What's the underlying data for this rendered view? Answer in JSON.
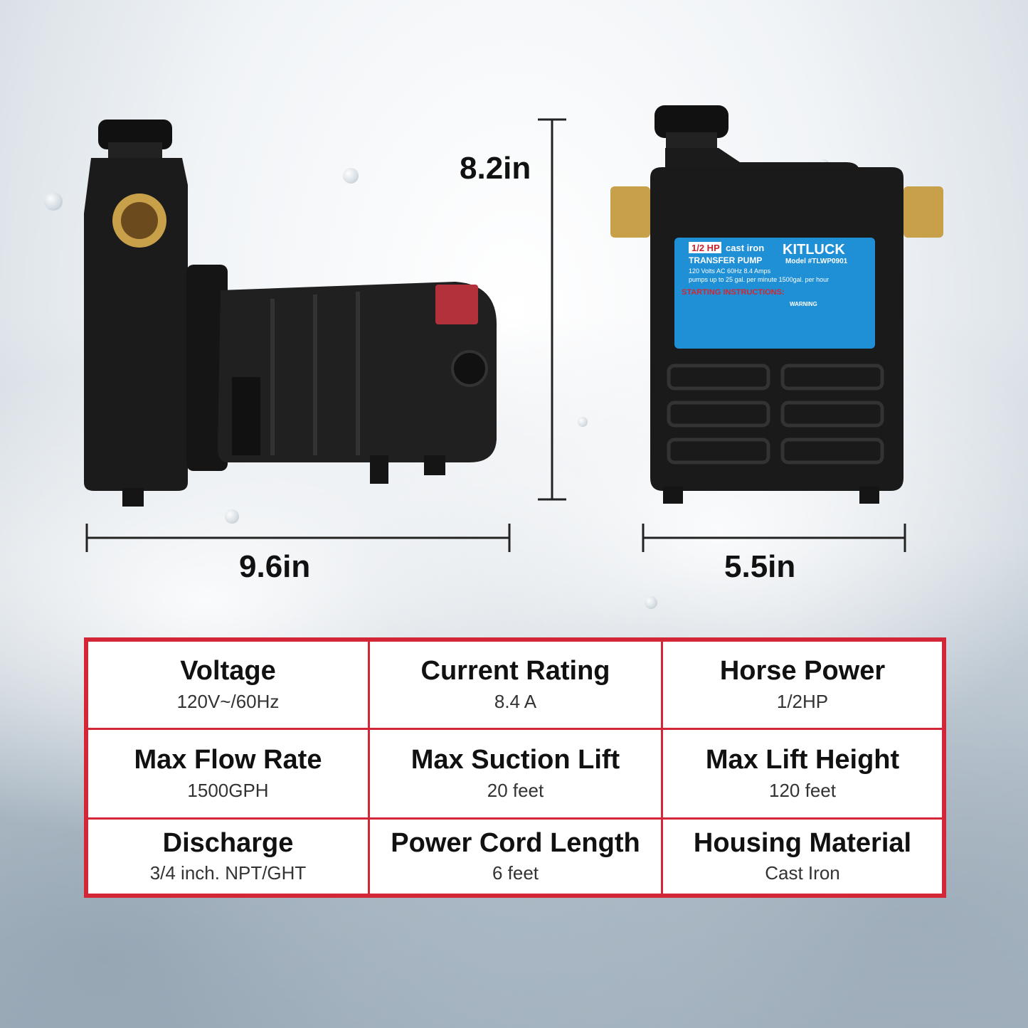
{
  "dimensions": {
    "height": "8.2in",
    "length": "9.6in",
    "width": "5.5in"
  },
  "label": {
    "power": "1/2 HP",
    "material": "cast iron",
    "brand": "KITLUCK",
    "type": "TRANSFER PUMP",
    "model": "Model #TLWP0901",
    "electrical": "120 Volts AC  60Hz  8.4 Amps",
    "flow": "pumps up to 25 gal. per minute  1500gal. per hour",
    "instructions_title": "STARTING INSTRUCTIONS:",
    "warning": "WARNING"
  },
  "specs": [
    {
      "title": "Voltage",
      "value": "120V~/60Hz"
    },
    {
      "title": "Current Rating",
      "value": "8.4 A"
    },
    {
      "title": "Horse Power",
      "value": "1/2HP"
    },
    {
      "title": "Max Flow Rate",
      "value": "1500GPH"
    },
    {
      "title": "Max Suction Lift",
      "value": "20 feet"
    },
    {
      "title": "Max Lift Height",
      "value": "120 feet"
    },
    {
      "title": "Discharge",
      "value": "3/4 inch. NPT/GHT"
    },
    {
      "title": "Power Cord Length",
      "value": "6 feet"
    },
    {
      "title": "Housing Material",
      "value": "Cast Iron"
    }
  ],
  "colors": {
    "table_border": "#d32636",
    "pump_body": "#1a1a1a",
    "label_blue": "#1f8fd6",
    "brass": "#c9a04a"
  }
}
